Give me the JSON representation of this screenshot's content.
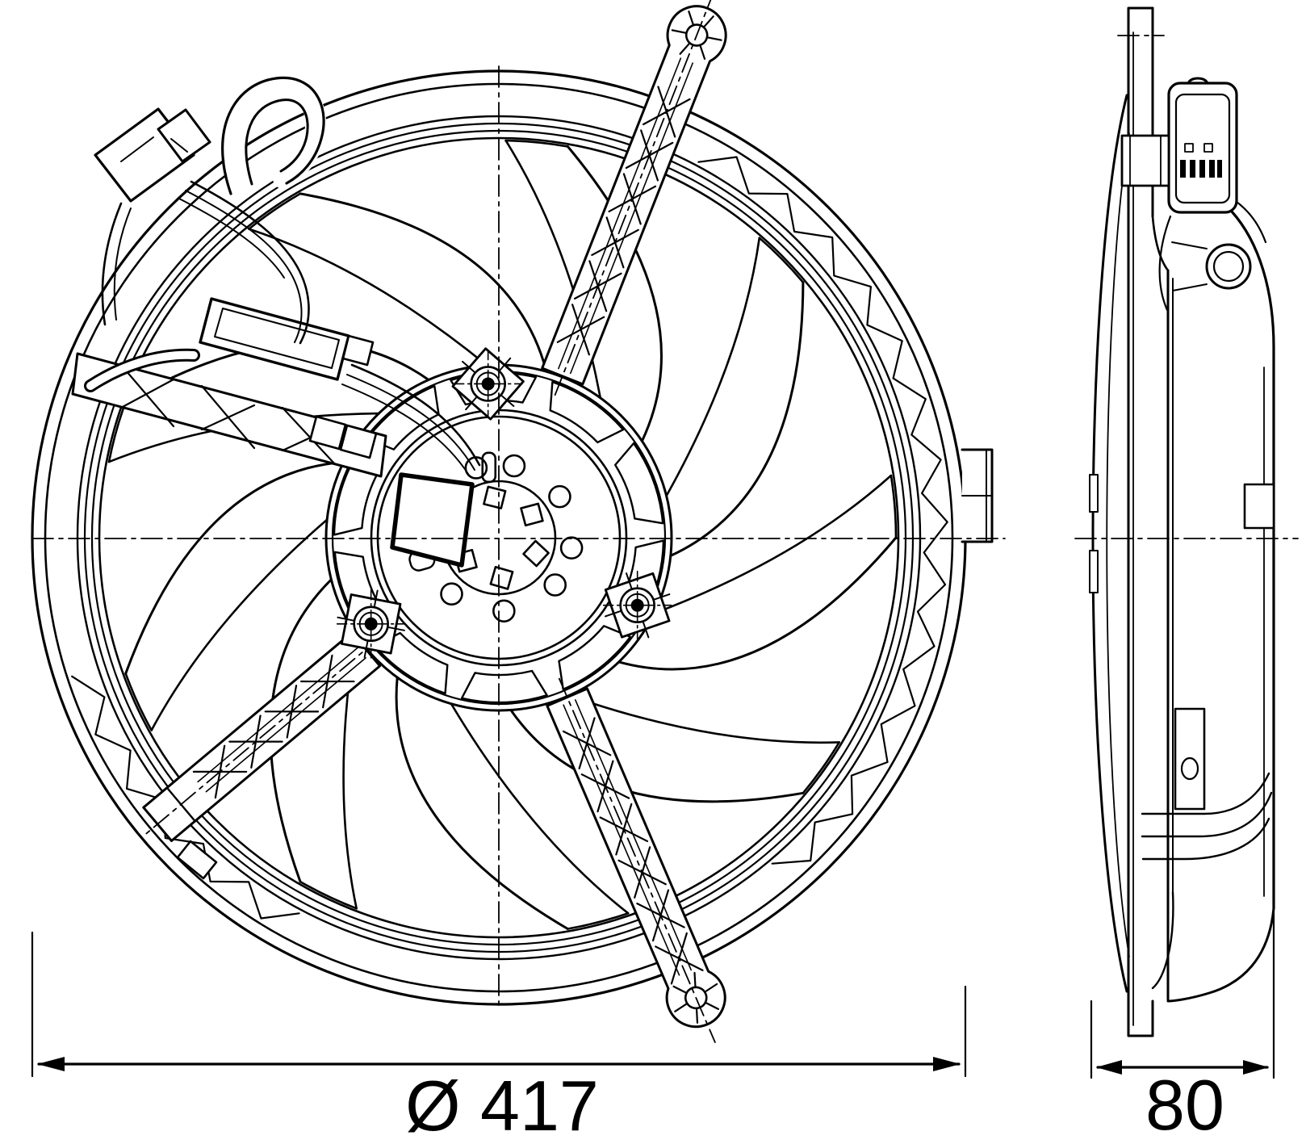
{
  "drawing": {
    "kind": "technical part drawing",
    "subject": "engine cooling fan module with shroud and motor, orthographic front and side views",
    "background_color": "#ffffff",
    "line_color": "#000000"
  },
  "views": {
    "front": {
      "name": "front view",
      "blade_count": 9,
      "support_arm_count": 3,
      "hub_screw_count": 3
    },
    "side": {
      "name": "side view"
    }
  },
  "dimensions": {
    "front_diameter": {
      "label": "Ø 417",
      "symbol": "Ø",
      "value": 417
    },
    "side_depth": {
      "label": "80",
      "value": 80
    }
  }
}
